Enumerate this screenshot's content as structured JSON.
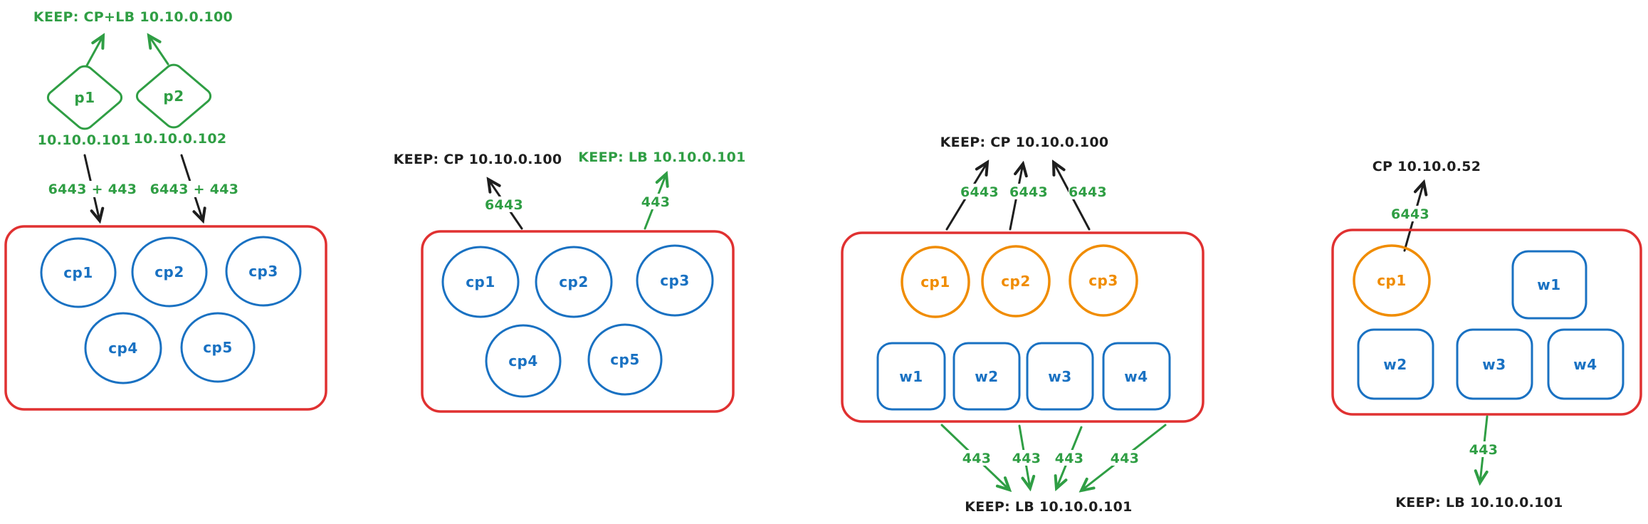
{
  "colors": {
    "green": "#2f9e44",
    "black": "#1e1e1e",
    "blue": "#1971c2",
    "red": "#e03131",
    "orange": "#f08c00"
  },
  "diagrams": [
    {
      "id": "cluster-external-proxies",
      "keep_label": "KEEP: CP+LB 10.10.0.100",
      "proxies": [
        {
          "label": "p1",
          "ip": "10.10.0.101",
          "ports": "6443 + 443"
        },
        {
          "label": "p2",
          "ip": "10.10.0.102",
          "ports": "6443 + 443"
        }
      ],
      "control_planes": [
        "cp1",
        "cp2",
        "cp3",
        "cp4",
        "cp5"
      ]
    },
    {
      "id": "cluster-keepalived-cp-lb",
      "keep_cp_label": "KEEP: CP 10.10.0.100",
      "keep_lb_label": "KEEP: LB 10.10.0.101",
      "cp_port": "6443",
      "lb_port": "443",
      "control_planes": [
        "cp1",
        "cp2",
        "cp3",
        "cp4",
        "cp5"
      ]
    },
    {
      "id": "cluster-cp-workers",
      "keep_cp_label": "KEEP: CP 10.10.0.100",
      "keep_lb_label": "KEEP: LB 10.10.0.101",
      "cp_ports": [
        "6443",
        "6443",
        "6443"
      ],
      "lb_ports": [
        "443",
        "443",
        "443",
        "443"
      ],
      "control_planes": [
        "cp1",
        "cp2",
        "cp3"
      ],
      "workers": [
        "w1",
        "w2",
        "w3",
        "w4"
      ]
    },
    {
      "id": "cluster-single-cp",
      "cp_label": "CP 10.10.0.52",
      "keep_lb_label": "KEEP: LB 10.10.0.101",
      "cp_port": "6443",
      "lb_port": "443",
      "control_planes": [
        "cp1"
      ],
      "workers": [
        "w1",
        "w2",
        "w3",
        "w4"
      ]
    }
  ]
}
